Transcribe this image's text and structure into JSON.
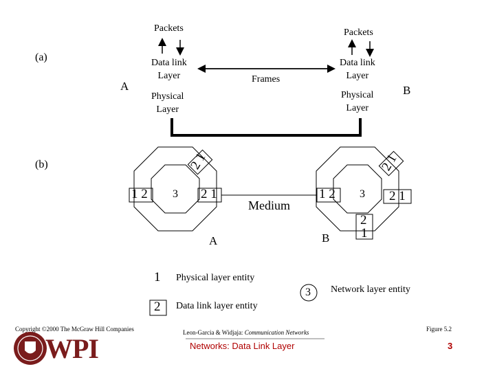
{
  "section_a": {
    "label": "(a)",
    "node_a": "A",
    "node_b": "B",
    "left_packets": "Packets",
    "right_packets": "Packets",
    "left_dll": "Data link\nLayer",
    "right_dll": "Data link\nLayer",
    "frames": "Frames",
    "left_phys": "Physical\nLayer",
    "right_phys": "Physical\nLayer"
  },
  "section_b": {
    "label": "(b)",
    "node_a": "A",
    "node_b": "B",
    "medium": "Medium",
    "left_top_entities": "2 1",
    "left_side_entities": "1 2",
    "left_inner_3": "3",
    "left_right_entities": "2 1",
    "right_top_entities": "2 1",
    "right_left_entities": "1 2",
    "right_inner_3": "3",
    "right_right_entities": "2 1",
    "right_bottom_2": "2",
    "right_bottom_1": "1"
  },
  "legend": {
    "one_symbol": "1",
    "one_text": "Physical layer entity",
    "two_symbol": "2",
    "two_text": "Data link layer entity",
    "three_symbol": "3",
    "three_text": "Network layer entity"
  },
  "footer": {
    "copyright": "Copyright ©2000 The McGraw Hill Companies",
    "citation_prefix": "Leon-Garcia & Widjaja: ",
    "citation_title": "Communication Networks",
    "figure": "Figure 5.2",
    "course_title": "Networks: Data Link Layer",
    "page": "3",
    "logo": "WPI"
  }
}
